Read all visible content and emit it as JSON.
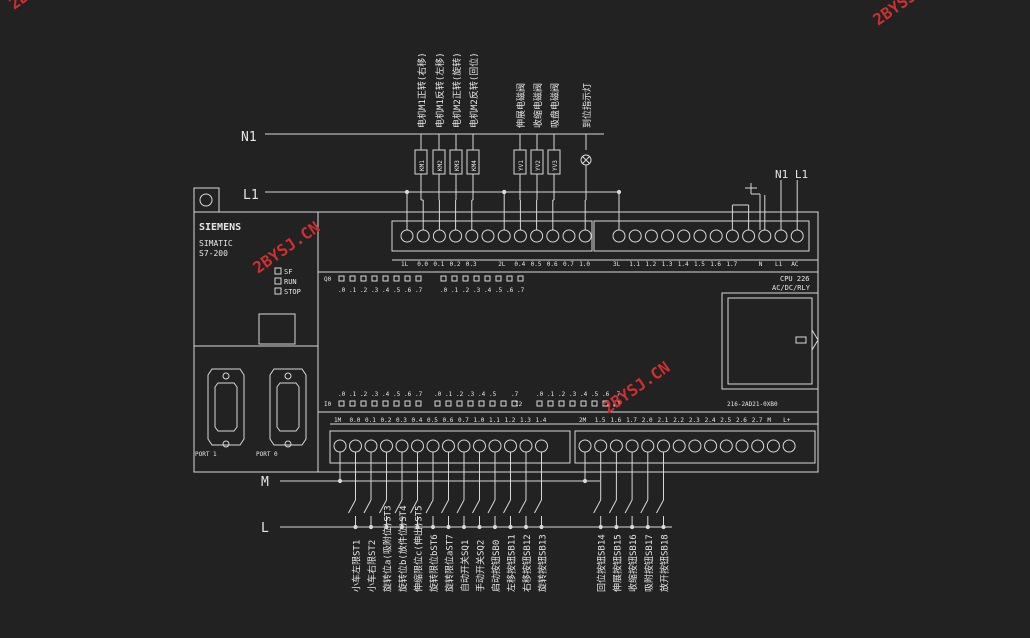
{
  "watermark": "2BYSJ.CN",
  "rails": {
    "n1": "N1",
    "l1": "L1",
    "m": "M",
    "l": "L"
  },
  "plc": {
    "brand": "SIEMENS",
    "family": "SIMATIC",
    "series": "S7-200",
    "status_leds": [
      "SF",
      "RUN",
      "STOP"
    ],
    "model": "CPU 226",
    "type": "AC/DC/RLY",
    "order_no": "216-2AD21-0XB0",
    "port1": "PORT 1",
    "port0": "PORT 0",
    "rail_terminals": [
      "N",
      "L1",
      "AC"
    ],
    "top_right_label": "N1 L1",
    "out_group1_labels": [
      "1L",
      "0.0",
      "0.1",
      "0.2",
      "0.3",
      "",
      "2L",
      "0.4",
      "0.5",
      "0.6",
      "0.7",
      "1.0"
    ],
    "out_group2_labels": [
      "3L",
      "1.1",
      "1.2",
      "1.3",
      "1.4",
      "1.5",
      "1.6",
      "1.7",
      "",
      "N",
      "L1",
      "AC"
    ],
    "in_group1_labels": [
      "1M",
      "0.0",
      "0.1",
      "0.2",
      "0.3",
      "0.4",
      "0.5",
      "0.6",
      "0.7",
      "1.0",
      "1.1",
      "1.2",
      "1.3",
      "1.4"
    ],
    "in_group2_labels": [
      "2M",
      "1.5",
      "1.6",
      "1.7",
      "2.0",
      "2.1",
      "2.2",
      "2.3",
      "2.4",
      "2.5",
      "2.6",
      "2.7",
      "M",
      "L+"
    ],
    "led_row_top_labels": [
      ".0",
      ".1",
      ".2",
      ".3",
      ".4",
      ".5",
      ".6",
      ".7",
      ".0",
      ".1",
      ".2",
      ".3",
      ".4",
      ".5",
      ".6",
      ".7"
    ],
    "led_row_bottom_labels": [
      ".0",
      ".1",
      ".2",
      ".3",
      ".4",
      ".5",
      ".6",
      ".7",
      ".0",
      ".1",
      ".2",
      ".3",
      ".4",
      ".5",
      "",
      ".7",
      ".0",
      ".1",
      ".2",
      ".3",
      ".4",
      ".5",
      ".6",
      ".7"
    ],
    "led_row_top_prefix": "Q0",
    "led_row_bottom_prefix": "I0",
    "led_row_bottom_mid_prefix": "I2"
  },
  "outputs": [
    {
      "tag": "KM1",
      "label": "电机M1正转(右移)"
    },
    {
      "tag": "KM2",
      "label": "电机M1反转(左移)"
    },
    {
      "tag": "KM3",
      "label": "电机M2正转(旋转)"
    },
    {
      "tag": "KM4",
      "label": "电机M2反转(回位)"
    },
    {
      "tag": "YV1",
      "label": "伸展电磁阀"
    },
    {
      "tag": "YV2",
      "label": "收缩电磁阀"
    },
    {
      "tag": "YV3",
      "label": "吸盘电磁阀"
    },
    {
      "tag": "",
      "label": "到位指示灯"
    }
  ],
  "inputs_group1": [
    "小车左限ST1",
    "小车右限ST2",
    "旋转位a(吸附位)ST3",
    "旋转位b(放件位)ST4",
    "伸缩限位c(伸出)ST5",
    "旋转限位bST6",
    "旋转限位aST7",
    "自动开关SQ1",
    "手动开关SQ2",
    "启动按钮SB0",
    "左移按钮SB11",
    "右移按钮SB12",
    "旋转按钮SB13"
  ],
  "inputs_group2": [
    "回位按钮SB14",
    "伸展按钮SB15",
    "收缩按钮SB16",
    "吸附按钮SB17",
    "放开按钮SB18"
  ]
}
